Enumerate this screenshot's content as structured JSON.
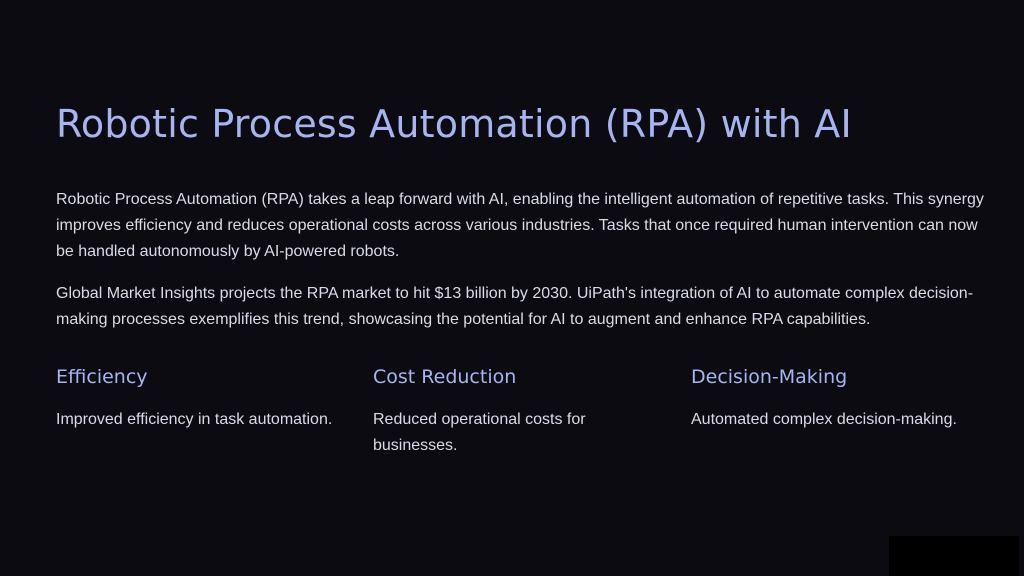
{
  "slide": {
    "title": "Robotic Process Automation (RPA) with AI",
    "paragraphs": [
      "Robotic Process Automation (RPA) takes a leap forward with AI, enabling the intelligent automation of repetitive tasks. This synergy improves efficiency and reduces operational costs across various industries. Tasks that once required human intervention can now be handled autonomously by AI-powered robots.",
      "Global Market Insights projects the RPA market to hit $13 billion by 2030. UiPath's integration of AI to automate complex decision-making processes exemplifies this trend, showcasing the potential for AI to augment and enhance RPA capabilities."
    ],
    "columns": [
      {
        "heading": "Efficiency",
        "text": "Improved efficiency in task automation."
      },
      {
        "heading": "Cost Reduction",
        "text": "Reduced operational costs for businesses."
      },
      {
        "heading": "Decision-Making",
        "text": "Automated complex decision-making."
      }
    ]
  },
  "colors": {
    "background": "#0c0b12",
    "accent": "#a7b4f2",
    "body_text": "#d9dbe6"
  }
}
